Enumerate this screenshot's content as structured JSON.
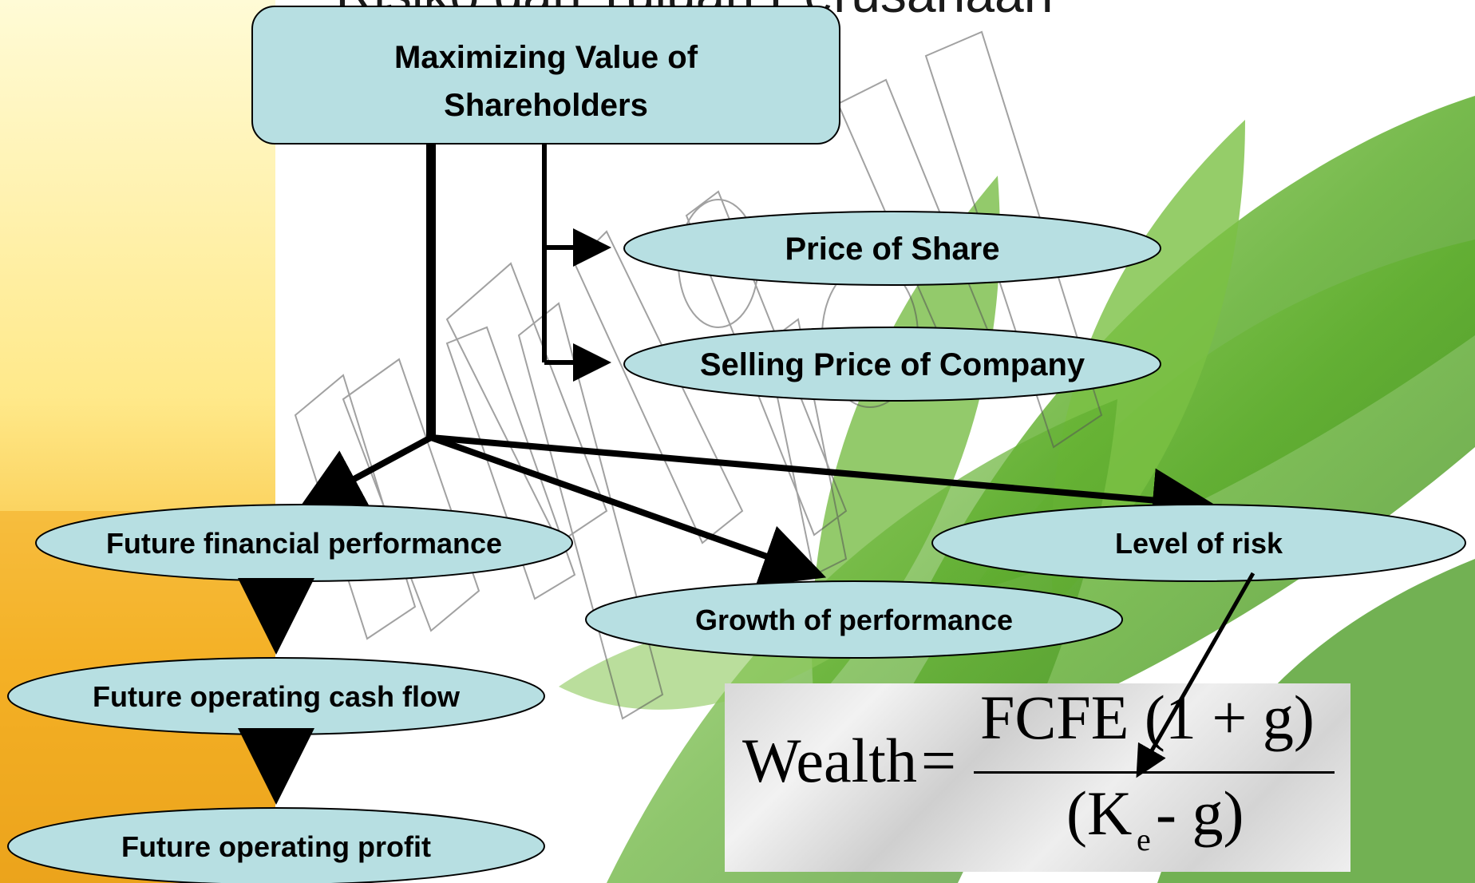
{
  "slide": {
    "title_fragment": "Risiko dan Tujuan Perusahaan"
  },
  "colors": {
    "node_fill": "#b7dfe2",
    "node_stroke": "#000000",
    "arrow": "#000000",
    "left_band": "#f7c23b",
    "leaf_green": "#5fae2e"
  },
  "root": {
    "line1": "Maximizing Value of",
    "line2": "Shareholders"
  },
  "nodes": {
    "price_of_share": "Price of Share",
    "selling_price": "Selling Price of Company",
    "future_financial": "Future financial performance",
    "level_of_risk": "Level of risk",
    "growth": "Growth of performance",
    "future_cash_flow": "Future operating cash flow",
    "future_profit": "Future operating profit"
  },
  "formula": {
    "lhs": "Wealth",
    "equals": "=",
    "numerator": "FCFE (1 + g)",
    "denominator_open": "(K",
    "subscript": "e",
    "denominator_rest": " - g)"
  }
}
